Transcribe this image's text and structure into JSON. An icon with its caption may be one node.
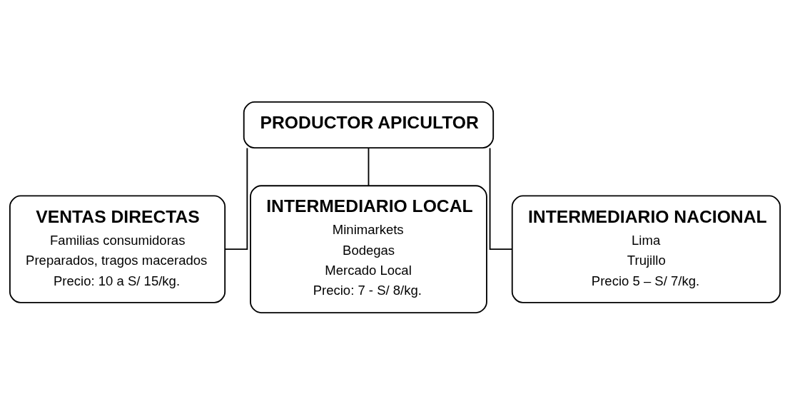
{
  "diagram": {
    "nodes": [
      {
        "text": [
          "PRODUCTOR APICULTOR"
        ]
      },
      {
        "text": [
          "VENTAS DIRECTAS",
          "Familias consumidoras",
          "Preparados, tragos macerados",
          "Precio: 10 a S/ 15/kg."
        ]
      },
      {
        "text": [
          "INTERMEDIARIO LOCAL",
          "Minimarkets",
          "Bodegas",
          "Mercado Local",
          "Precio: 7 - S/ 8/kg."
        ]
      },
      {
        "text": [
          "INTERMEDIARIO NACIONAL",
          "Lima",
          "Trujillo",
          "Precio 5 – S/ 7/kg."
        ]
      }
    ],
    "edges": [
      {
        "from": 0,
        "to": 1,
        "arrow": "none"
      },
      {
        "from": 0,
        "to": 2,
        "arrow": "none"
      },
      {
        "from": 0,
        "to": 3,
        "arrow": "none"
      }
    ]
  }
}
